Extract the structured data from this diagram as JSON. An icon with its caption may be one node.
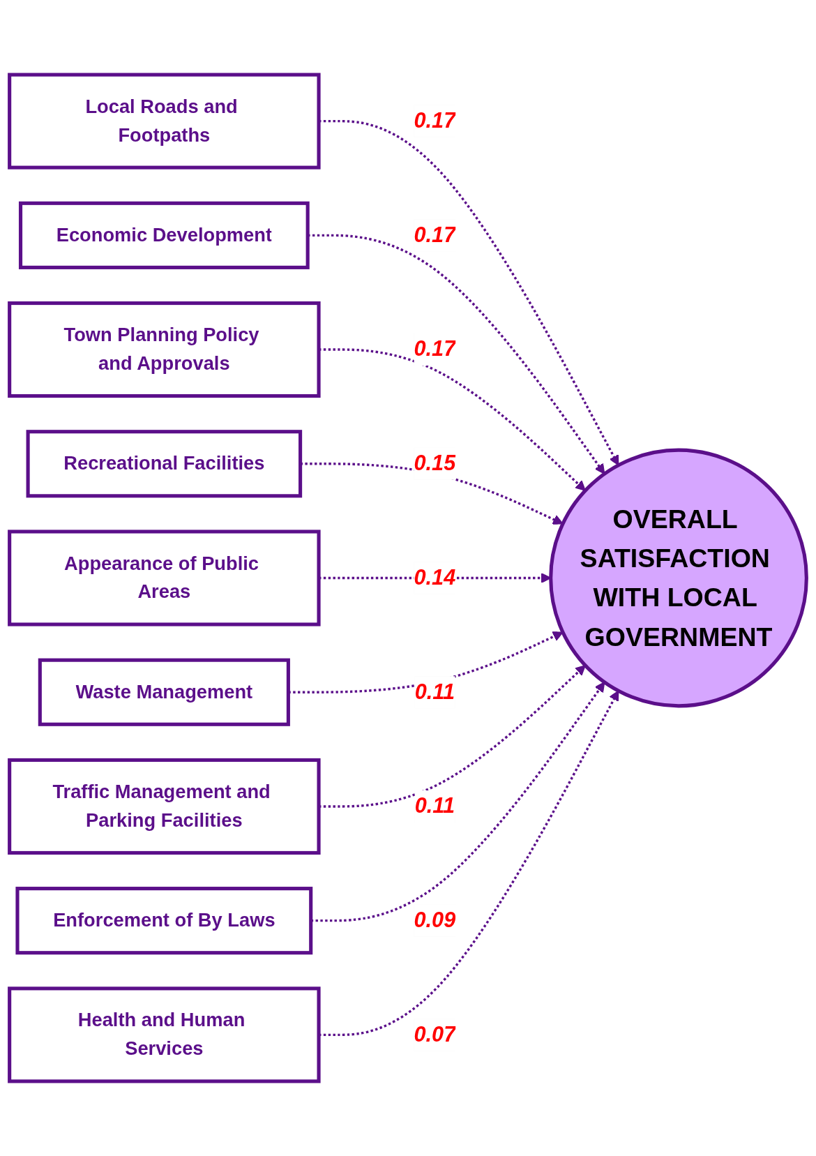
{
  "diagram": {
    "nodes": [
      {
        "text": [
          "Local Roads and Footpaths"
        ]
      },
      {
        "text": [
          "Economic Development"
        ]
      },
      {
        "text": [
          "Town Planning Policy and Approvals"
        ]
      },
      {
        "text": [
          "Recreational Facilities"
        ]
      },
      {
        "text": [
          "Appearance of Public Areas"
        ]
      },
      {
        "text": [
          "Waste Management"
        ]
      },
      {
        "text": [
          "Traffic Management and Parking Facilities"
        ]
      },
      {
        "text": [
          "Enforcement of By Laws"
        ]
      },
      {
        "text": [
          "Health and Human Services"
        ]
      },
      {
        "text": [
          "OVERALL SATISFACTION WITH LOCAL GOVERNMENT"
        ]
      }
    ],
    "edges": [
      {
        "from": 0,
        "to": 9,
        "arrow": "to",
        "label": "0.17",
        "style": "dashed"
      },
      {
        "from": 1,
        "to": 9,
        "arrow": "to",
        "label": "0.17",
        "style": "dashed"
      },
      {
        "from": 2,
        "to": 9,
        "arrow": "to",
        "label": "0.17",
        "style": "dashed"
      },
      {
        "from": 3,
        "to": 9,
        "arrow": "to",
        "label": "0.15",
        "style": "dashed"
      },
      {
        "from": 4,
        "to": 9,
        "arrow": "to",
        "label": "0.14",
        "style": "dashed"
      },
      {
        "from": 5,
        "to": 9,
        "arrow": "to",
        "label": "0.11",
        "style": "dashed"
      },
      {
        "from": 6,
        "to": 9,
        "arrow": "to",
        "label": "0.11",
        "style": "dashed"
      },
      {
        "from": 7,
        "to": 9,
        "arrow": "to",
        "label": "0.09",
        "style": "dashed"
      },
      {
        "from": 8,
        "to": 9,
        "arrow": "to",
        "label": "0.07",
        "style": "dashed"
      }
    ]
  }
}
